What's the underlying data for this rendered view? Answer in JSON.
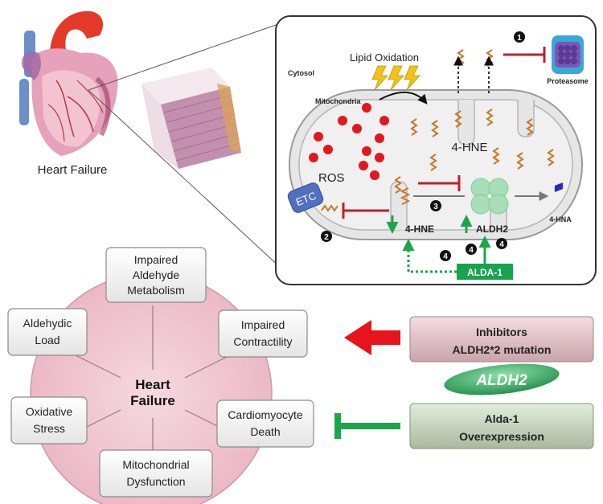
{
  "heart": {
    "label": "Heart Failure"
  },
  "cell": {
    "cytosol_label": "Cytosol",
    "lipid_oxidation_label": "Lipid Oxidation",
    "mitochondria_label": "Mitochondria",
    "ros_label": "ROS",
    "hne_center_label": "4-HNE",
    "hne_bottom_label": "4-HNE",
    "aldh2_label": "ALDH2",
    "hna_label": "4-HNA",
    "etc_label": "ETC",
    "proteasome_label": "Proteasome",
    "alda1_label": "ALDA-1",
    "step_markers": [
      "1",
      "2",
      "3",
      "4",
      "4",
      "4"
    ]
  },
  "wheel": {
    "center_line1": "Heart",
    "center_line2": "Failure",
    "boxes": [
      {
        "lines": [
          "Impaired",
          "Aldehyde",
          "Metabolism"
        ]
      },
      {
        "lines": [
          "Aldehydic",
          "Load"
        ]
      },
      {
        "lines": [
          "Impaired",
          "Contractility"
        ]
      },
      {
        "lines": [
          "Oxidative",
          "Stress"
        ]
      },
      {
        "lines": [
          "Cardiomyocyte",
          "Death"
        ]
      },
      {
        "lines": [
          "Mitochondrial",
          "Dysfunction"
        ]
      }
    ]
  },
  "right_panel": {
    "inhibitors_line1": "Inhibitors",
    "inhibitors_line2": "ALDH2*2 mutation",
    "aldh2_enzyme": "ALDH2",
    "activator_line1": "Alda-1",
    "activator_line2": "Overexpression"
  },
  "colors": {
    "red_arrow": "#e8141b",
    "green_bar": "#1aa64a",
    "wheel_fill": "#f2c9d3",
    "aldh2_circle": "#a8dfb8",
    "alda1_box": "#17a44d",
    "etc_box": "#4f6fc1",
    "inhibitor_bar": "#c0202a",
    "hne_chain": "#c8782a"
  }
}
